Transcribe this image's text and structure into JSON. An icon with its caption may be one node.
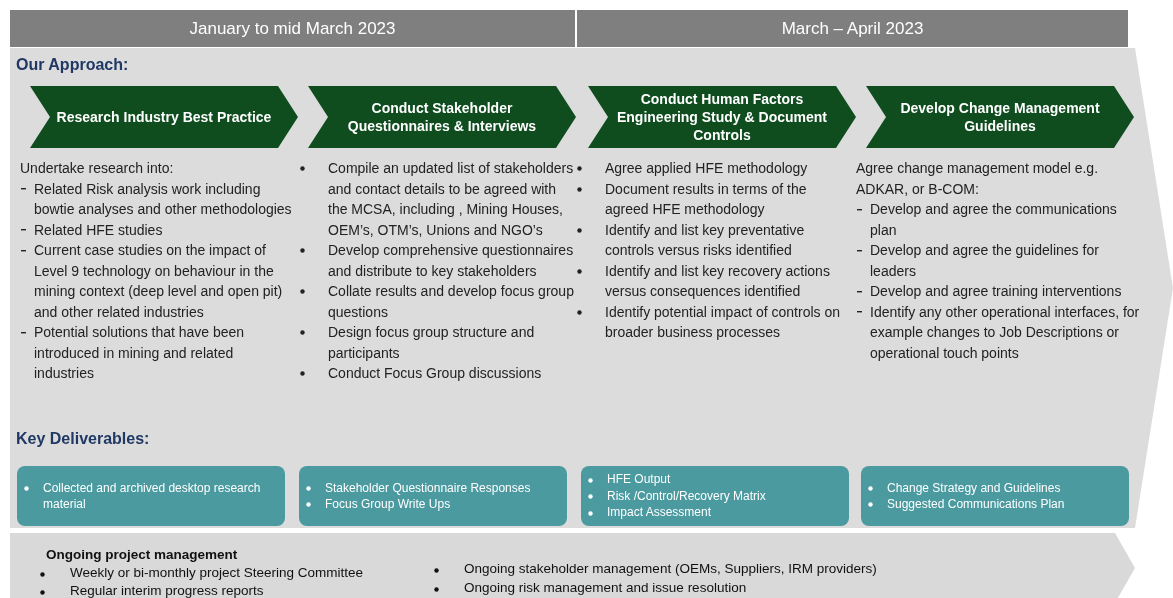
{
  "diagram": {
    "nodes": [
      {
        "text": [
          "January to mid March 2023"
        ]
      },
      {
        "text": [
          "March – April 2023"
        ]
      },
      {
        "text": [
          "Our Approach:",
          "Key Deliverables:"
        ]
      },
      {
        "text": [
          "Research Industry Best Practice"
        ],
        "in": 2,
        "beside": [
          "Undertake research into:",
          "Related Risk analysis work  including bowtie analyses and other methodologies",
          "Related HFE studies",
          "Current case studies on the impact of Level 9 technology on behaviour in the mining context (deep level and open pit) and other related industries",
          "Potential solutions that have been introduced in mining and related industries"
        ]
      },
      {
        "text": [
          "Conduct Stakeholder Questionnaires & Interviews"
        ],
        "in": 2,
        "beside": [
          "Compile an updated list of stakeholders and contact details to be agreed with the MCSA, including , Mining Houses, OEM’s, OTM’s, Unions and NGO’s",
          "Develop comprehensive questionnaires and distribute to key stakeholders",
          "Collate results and develop focus group questions",
          "Design focus group structure and participants",
          "Conduct Focus Group discussions"
        ]
      },
      {
        "text": [
          "Conduct Human Factors Engineering Study  & Document Controls"
        ],
        "in": 2,
        "beside": [
          "Agree applied HFE methodology",
          "Document results in terms of the agreed HFE methodology",
          "Identify and list key preventative controls versus risks identified",
          "Identify and list key recovery actions versus consequences identified",
          "Identify potential impact of controls on broader business processes"
        ]
      },
      {
        "text": [
          "Develop  Change Management Guidelines"
        ],
        "in": 2,
        "beside": [
          "Agree change management model e.g. ADKAR, or B-COM:",
          "Develop and agree the communications plan",
          "Develop and agree the guidelines for leaders",
          "Develop and agree training interventions",
          "Identify any other operational interfaces, for example changes to Job Descriptions or operational touch points"
        ]
      },
      {
        "text": [
          "Collected and archived desktop research material"
        ],
        "in": 2
      },
      {
        "text": [
          "Stakeholder Questionnaire Responses",
          "Focus Group Write Ups"
        ],
        "in": 2
      },
      {
        "text": [
          "HFE Output",
          "Risk /Control/Recovery Matrix",
          "Impact Assessment"
        ],
        "in": 2
      },
      {
        "text": [
          "Change Strategy and Guidelines",
          "Suggested Communications Plan"
        ],
        "in": 2
      },
      {
        "text": [
          "Ongoing project management",
          "Weekly or bi-monthly project Steering Committee",
          "Regular interim progress reports",
          "Ongoing stakeholder management (OEMs, Suppliers, IRM providers)",
          "Ongoing risk management and issue resolution"
        ]
      }
    ]
  }
}
